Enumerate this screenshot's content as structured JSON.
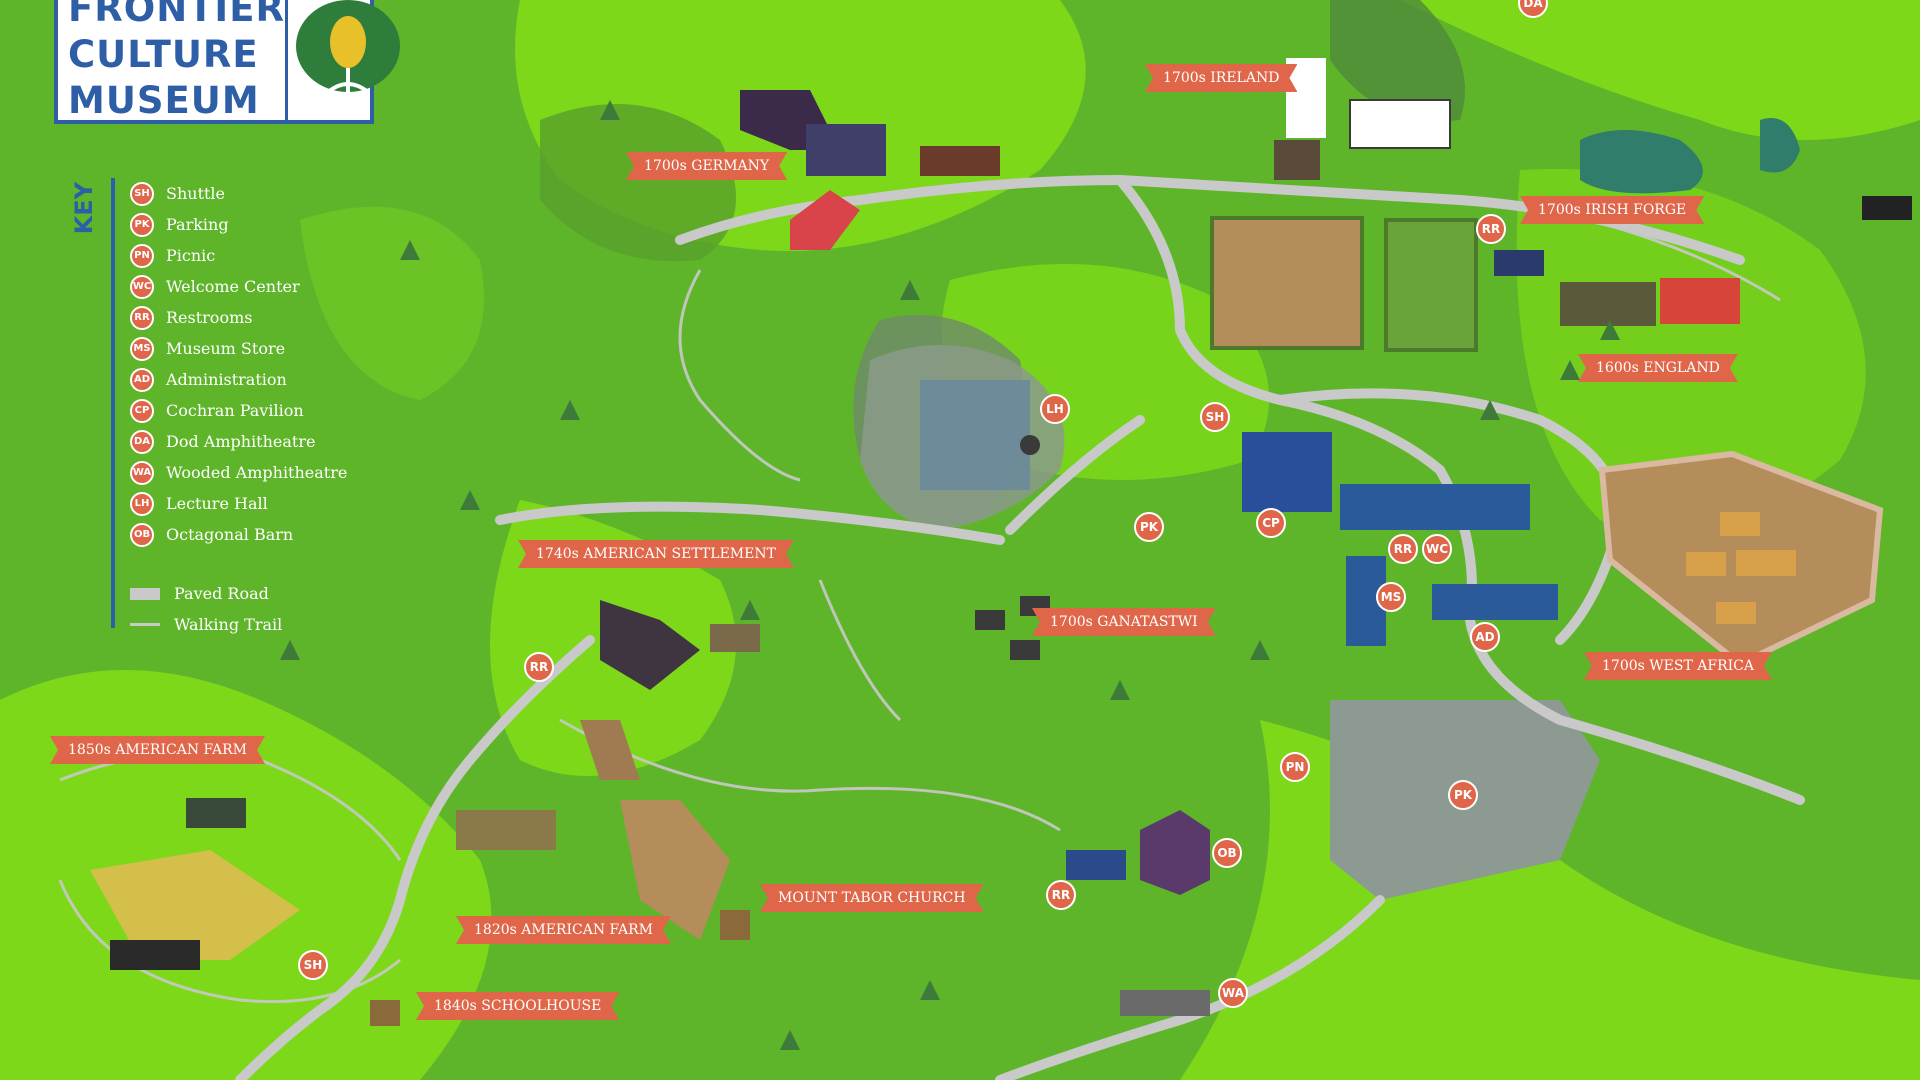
{
  "logo": {
    "line1": "FRONTIER",
    "line2": "CULTURE",
    "line3": "MUSEUM"
  },
  "key": {
    "title": "KEY",
    "items": [
      {
        "code": "SH",
        "label": "Shuttle"
      },
      {
        "code": "PK",
        "label": "Parking"
      },
      {
        "code": "PN",
        "label": "Picnic"
      },
      {
        "code": "WC",
        "label": "Welcome Center"
      },
      {
        "code": "RR",
        "label": "Restrooms"
      },
      {
        "code": "MS",
        "label": "Museum Store"
      },
      {
        "code": "AD",
        "label": "Administration"
      },
      {
        "code": "CP",
        "label": "Cochran Pavilion"
      },
      {
        "code": "DA",
        "label": "Dod Amphitheatre"
      },
      {
        "code": "WA",
        "label": "Wooded Amphitheatre"
      },
      {
        "code": "LH",
        "label": "Lecture Hall"
      },
      {
        "code": "OB",
        "label": "Octagonal Barn"
      }
    ],
    "road_label": "Paved Road",
    "trail_label": "Walking Trail"
  },
  "labels": {
    "germany": "1700s GERMANY",
    "ireland": "1700s IRELAND",
    "irish_forge": "1700s IRISH FORGE",
    "england": "1600s ENGLAND",
    "american_settlement": "1740s AMERICAN SETTLEMENT",
    "ganatastwi": "1700s GANATASTWI",
    "west_africa": "1700s WEST AFRICA",
    "farm_1850": "1850s AMERICAN FARM",
    "farm_1820": "1820s AMERICAN FARM",
    "schoolhouse": "1840s SCHOOLHOUSE",
    "mount_tabor": "MOUNT TABOR CHURCH"
  },
  "markers": {
    "da": "DA",
    "rr_forge": "RR",
    "sh_center": "SH",
    "lh": "LH",
    "pk_center": "PK",
    "cp": "CP",
    "rr_center": "RR",
    "wc": "WC",
    "ms": "MS",
    "ad": "AD",
    "rr_settlement": "RR",
    "pn": "PN",
    "pk_lot": "PK",
    "ob": "OB",
    "rr_barn": "RR",
    "wa": "WA",
    "sh_farm": "SH"
  },
  "colors": {
    "grass_dark": "#5fb52a",
    "grass_light": "#7dd81a",
    "road": "#c9c9c9",
    "badge": "#e0664a",
    "key_blue": "#2e5fa6"
  }
}
